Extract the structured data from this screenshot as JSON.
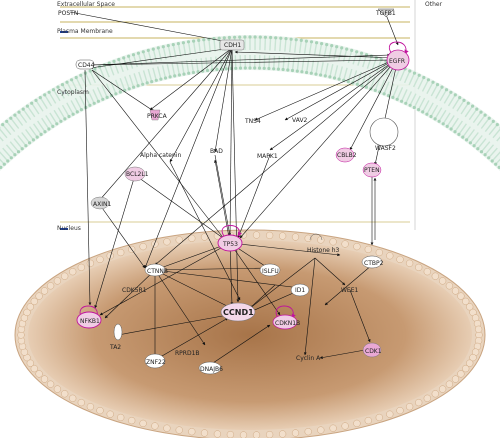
{
  "compartments": {
    "extracellular": "Extracellular Space",
    "other": "Other",
    "plasma_membrane": "Plasma Membrane",
    "cytoplasm": "Cytoplasm",
    "nucleus": "Nucleus"
  },
  "colors": {
    "membrane": "#c9e4d4",
    "nucleus_core": "#b5835a",
    "nucleus_edge": "#ddb894",
    "node_pink": "#e9a8d4",
    "node_gray": "#d6d6d6",
    "arrow": "#111111",
    "highlight": "#c0139c"
  },
  "nodes": {
    "postn": "POSTN",
    "tgfb1": "TGFB1",
    "cdh1": "CDH1",
    "cd44": "CD44",
    "egfr": "EGFR",
    "prkca": "PRKCA",
    "tns4": "TNS4",
    "vav2": "VAV2",
    "wasf2": "WASF2",
    "alpha_catenin": "Alpha catenin",
    "bad": "BAD",
    "mapk1": "MAPK1",
    "cbl": "CBLB2",
    "bcl2l1": "BCL2L1",
    "pten": "PTEN",
    "axin1": "AXIN1",
    "tp53": "TP53",
    "histone_h3": "Histone h3",
    "ctnnb": "CTNNB",
    "isl1": "ISLFU",
    "id1": "ID1",
    "ctbp2": "CTBP2",
    "cdk5r1": "CDK5R1",
    "wee1": "WEE1",
    "nfkb1": "NFKB1",
    "ccnd1": "CCND1",
    "cdkn1b": "CDKN1B",
    "ta2": "TA2",
    "rprd1b": "RPRD1B",
    "znf22": "ZNF22",
    "dnajb6": "DNAJB6",
    "cyclin_a": "Cyclin A",
    "cdk1": "CDK1"
  }
}
